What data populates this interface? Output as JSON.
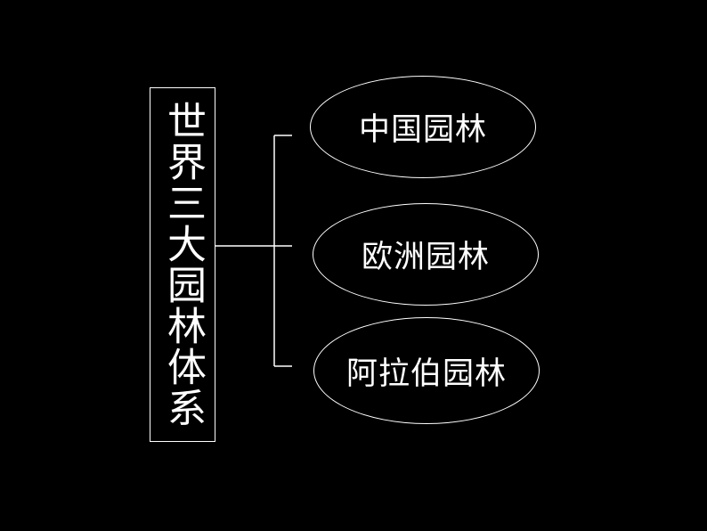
{
  "diagram": {
    "root": {
      "label": "世界三大园林体系"
    },
    "branches": [
      {
        "label": "中国园林"
      },
      {
        "label": "欧洲园林"
      },
      {
        "label": "阿拉伯园林"
      }
    ]
  },
  "colors": {
    "background": "#000000",
    "foreground": "#ffffff"
  }
}
